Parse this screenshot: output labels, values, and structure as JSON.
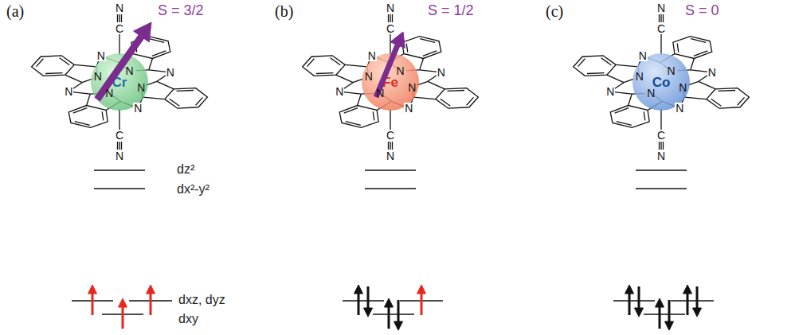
{
  "diagram": {
    "nodes": [
      {
        "text": [
          "Cr"
        ]
      },
      {
        "text": [
          "Fe"
        ]
      },
      {
        "text": [
          "Co"
        ]
      }
    ],
    "labels": [
      "(a)",
      "S = 3/2",
      "N",
      "C",
      "C",
      "N",
      "N",
      "N",
      "N",
      "N",
      "N",
      "N",
      "N",
      "N",
      "dz²",
      "dx²-y²",
      "dxz, dyz",
      "dxy",
      "(b)",
      "S = 1/2",
      "N",
      "C",
      "C",
      "N",
      "N",
      "N",
      "N",
      "N",
      "N",
      "N",
      "N",
      "N",
      "(c)",
      "S = 0",
      "N",
      "C",
      "C",
      "N",
      "N",
      "N",
      "N",
      "N",
      "N",
      "N",
      "N",
      "N"
    ]
  }
}
